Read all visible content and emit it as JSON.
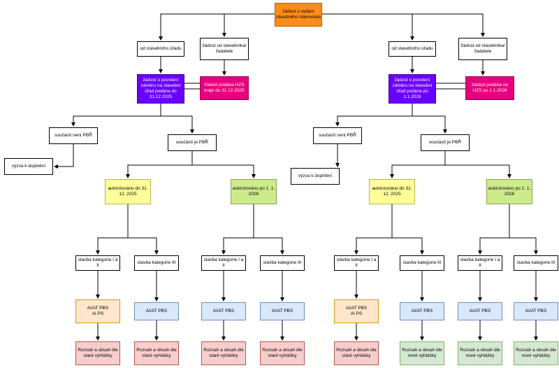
{
  "palette": {
    "start_orange": "#ff8c1a",
    "purple": "#6a00ff",
    "magenta": "#e6007e",
    "yellow": "#ffff99",
    "lime_green": "#cdeb8b",
    "light_orange": "#ffe6cc",
    "light_blue": "#dae8fc",
    "light_red": "#f8cecc",
    "light_green": "#d5e8d4",
    "connector": "#000000"
  },
  "nodes": {
    "start": "žádost o vydání závazného stanoviska",
    "l_office": "od stavebního úřadu",
    "l_applicant": "žádost od stavebníka/ žadatele",
    "l_request_su": "žádost o povolení záměru na stavební úřad podána do 31.12.2025",
    "l_request_hzs": "žádost podána HZS kraje do 31.12.2025",
    "l_not_pbr": "součástí není PBŘ",
    "l_is_pbr": "součástí je PBŘ",
    "l_vyzva": "výzva k doplnění",
    "l_auth_to_2025": "autorizováno do 31. 12. 2025",
    "l_auth_from_2026": "autorizováno po 1. 1. 2026",
    "l_cat12_1": "stavba kategorie I a II",
    "l_cat3_1": "stavba kategorie III",
    "l_cat12_2": "stavba kategorie I a II",
    "l_cat3_2": "stavba kategorie III",
    "l_eng_old": "AI/AT PBS\nAI PS",
    "l_eng_1": "AI/AT PBS",
    "l_eng_2": "AI/AT PBS",
    "l_eng_3": "AI/AT PBS",
    "l_scope_1": "Rozsah a obsah dle staré vyhlášky",
    "l_scope_2": "Rozsah a obsah dle staré vyhlášky",
    "l_scope_3": "Rozsah a obsah dle staré vyhlášky",
    "l_scope_4": "Rozsah a obsah dle staré vyhlášky",
    "r_office": "od stavebního úřadu",
    "r_applicant": "žádost od stavebníka/ žadatele",
    "r_request_su": "žádost o povolení záměru na stavební úřad podána po 1.1.2026",
    "r_request_hzs": "žádost podána na HZS po 1.1.2026",
    "r_not_pbr": "součástí není PBŘ",
    "r_is_pbr": "součástí je PBŘ",
    "r_vyzva": "výzva k doplnění",
    "r_auth_to_2025": "autorizováno do 31. 12. 2025",
    "r_auth_from_2026": "autorizováno po 1. 1. 2026",
    "r_cat12_1": "stavba kategorie I a II",
    "r_cat3_1": "stavba kategorie III",
    "r_cat12_2": "stavba kategorie I a II",
    "r_cat3_2": "stavba kategorie III",
    "r_eng_old": "AI/AT PBS\nAI PS",
    "r_eng_1": "AI/AT PBS",
    "r_eng_2": "AI/AT PBS",
    "r_eng_3": "AI/AT PBS",
    "r_scope_1": "Rozsah a obsah dle staré vyhlášky",
    "r_scope_2": "Rozsah a obsah dle nové vyhlášky",
    "r_scope_3": "Rozsah a obsah dle nové vyhlášky",
    "r_scope_4": "Rozsah a obsah dle nové vyhlášky"
  }
}
